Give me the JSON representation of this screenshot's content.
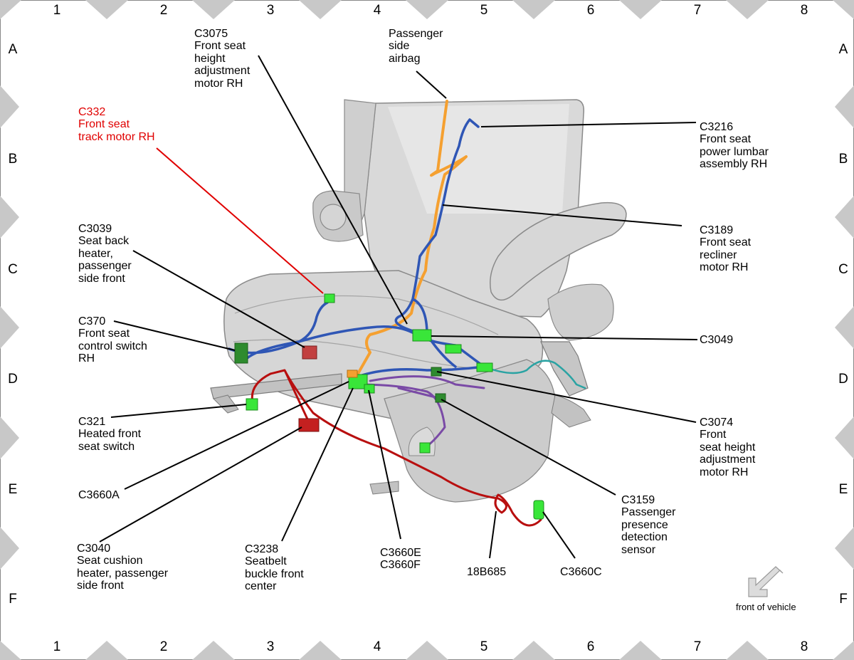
{
  "grid": {
    "columns": [
      "1",
      "2",
      "3",
      "4",
      "5",
      "6",
      "7",
      "8"
    ],
    "rows": [
      "A",
      "B",
      "C",
      "D",
      "E",
      "F"
    ]
  },
  "callouts": {
    "c3075": "C3075\nFront seat\nheight\nadjustment\nmotor RH",
    "passenger_airbag": "Passenger\nside\nairbag",
    "c332": "C332\nFront seat\ntrack motor RH",
    "c3216": "C3216\nFront seat\npower lumbar\nassembly RH",
    "c3189": "C3189\nFront seat\nrecliner\nmotor RH",
    "c3039": "C3039\nSeat back\nheater,\npassenger\nside front",
    "c370": "C370\nFront seat\ncontrol switch\nRH",
    "c3049": "C3049",
    "c321": "C321\nHeated front\nseat switch",
    "c3074": "C3074\nFront\nseat height\nadjustment\nmotor RH",
    "c3660a": "C3660A",
    "c3159": "C3159\nPassenger\npresence\ndetection\nsensor",
    "c3040": "C3040\nSeat cushion\nheater, passenger\nside front",
    "c3238": "C3238\nSeatbelt\nbuckle front\ncenter",
    "c3660ef": "C3660E\nC3660F",
    "r18b685": "18B685",
    "c3660c": "C3660C"
  },
  "orientation_note": "front of vehicle",
  "colors": {
    "highlight_label": "#e00000",
    "connector_green": "#39e639",
    "harness_blue": "#2f56b5",
    "harness_orange": "#f5a030",
    "harness_red": "#b80f0f",
    "harness_purple": "#7a4aa6",
    "harness_teal": "#2aa3a3",
    "border_triangles": "#c8c8c8"
  }
}
